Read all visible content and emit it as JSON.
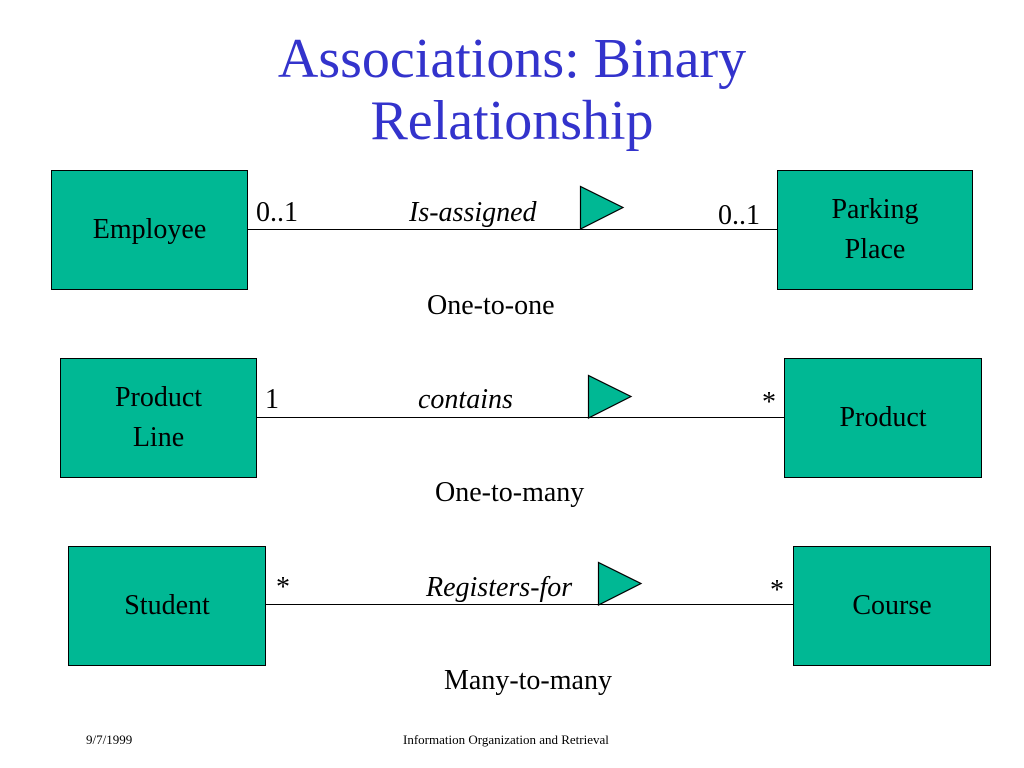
{
  "title": {
    "line1": "Associations: Binary",
    "line2": "Relationship"
  },
  "associations": [
    {
      "left_class": {
        "line1": "Employee",
        "line2": ""
      },
      "right_class": {
        "line1": "Parking",
        "line2": "Place"
      },
      "left_multiplicity": "0..1",
      "right_multiplicity": "0..1",
      "name": "Is-assigned",
      "kind": "One-to-one"
    },
    {
      "left_class": {
        "line1": "Product",
        "line2": "Line"
      },
      "right_class": {
        "line1": "Product",
        "line2": ""
      },
      "left_multiplicity": "1",
      "right_multiplicity": "*",
      "name": "contains",
      "kind": "One-to-many"
    },
    {
      "left_class": {
        "line1": "Student",
        "line2": ""
      },
      "right_class": {
        "line1": "Course",
        "line2": ""
      },
      "left_multiplicity": "*",
      "right_multiplicity": "*",
      "name": "Registers-for",
      "kind": "Many-to-many"
    }
  ],
  "footer": {
    "date": "9/7/1999",
    "center": "Information Organization and Retrieval"
  },
  "colors": {
    "title": "#3333cc",
    "class_fill": "#00b894",
    "arrow_fill": "#00b894"
  },
  "icons": {
    "direction_marker": "triangle-right-icon"
  }
}
